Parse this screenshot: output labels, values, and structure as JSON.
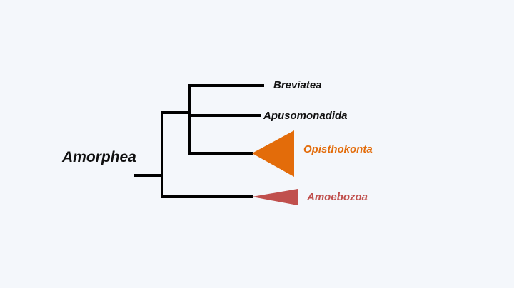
{
  "tree": {
    "root_label": "Amorphea",
    "taxa": {
      "breviatea": "Breviatea",
      "apusomonadida": "Apusomonadida",
      "opisthokonta": "Opisthokonta",
      "amoebozoa": "Amoebozoa"
    }
  },
  "colors": {
    "branch": "#000000",
    "opisthokonta": "#e36c0a",
    "amoebozoa": "#c0504d",
    "background": "#f4f7fb"
  }
}
